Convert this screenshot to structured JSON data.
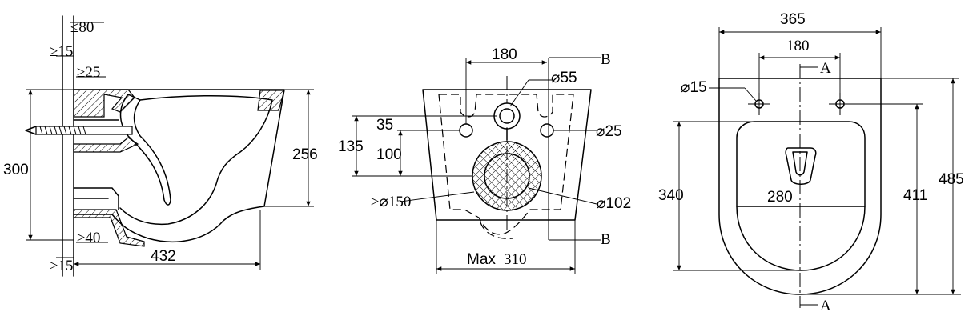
{
  "side_view": {
    "d_80": "≤80",
    "d_15_top": "≥15",
    "d_25": "≥25",
    "d_300": "300",
    "d_256": "256",
    "d_40": "≥40",
    "d_15_bottom": "≥15",
    "d_432": "432"
  },
  "rear_view": {
    "d_180": "180",
    "d_55": "⌀55",
    "d_35": "35",
    "d_25": "⌀25",
    "d_135": "135",
    "d_100": "100",
    "d_150": "≥⌀150",
    "d_102": "⌀102",
    "max_label": "Max",
    "max_value": "310",
    "section_top": "B",
    "section_bottom": "B"
  },
  "top_view": {
    "d_365": "365",
    "d_180": "180",
    "d_15": "⌀15",
    "section_top": "A",
    "section_bottom": "A",
    "d_340": "340",
    "d_280": "280",
    "d_411": "411",
    "d_485": "485"
  }
}
